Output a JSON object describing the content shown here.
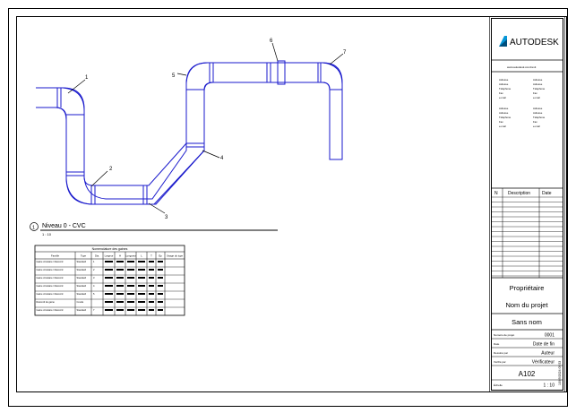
{
  "ducts": {
    "tags": [
      "1",
      "2",
      "3",
      "4",
      "5",
      "6",
      "7"
    ]
  },
  "view_title": {
    "number": "1",
    "name": "Niveau 0 - CVC",
    "scale": "1 : 10"
  },
  "schedule": {
    "title": "Nomenclature des gaines",
    "headers": [
      "Famille",
      "Type",
      "Dia.",
      "Largeur",
      "H",
      "Longueur",
      "L",
      "T",
      "Ep",
      "Usage du type"
    ],
    "rows": [
      {
        "family": "Gaine circulaire / Raccord",
        "type": "Standard",
        "mark": "1"
      },
      {
        "family": "Gaine circulaire / Raccord",
        "type": "Standard",
        "mark": "2"
      },
      {
        "family": "Gaine circulaire / Raccord",
        "type": "Standard",
        "mark": "3"
      },
      {
        "family": "Gaine circulaire / Raccord",
        "type": "Standard",
        "mark": "4"
      },
      {
        "family": "Gaine circulaire / Raccord",
        "type": "Standard",
        "mark": "5"
      },
      {
        "family": "Raccord de gaine",
        "type": "Coude",
        "mark": ""
      },
      {
        "family": "Gaine circulaire / Raccord",
        "type": "Standard",
        "mark": "7"
      }
    ]
  },
  "title_block": {
    "brand": "AUTODESK",
    "url": "www.autodesk.com/revit",
    "consultants": [
      [
        "Adresse",
        "Adresse"
      ],
      [
        "Adresse",
        "Adresse"
      ],
      [
        "Téléphone",
        "Téléphone"
      ],
      [
        "Fax",
        "Fax"
      ],
      [
        "e-mail",
        "e-mail"
      ],
      [
        "Adresse",
        "Adresse"
      ],
      [
        "Adresse",
        "Adresse"
      ],
      [
        "Téléphone",
        "Téléphone"
      ],
      [
        "Fax",
        "Fax"
      ],
      [
        "e-mail",
        "e-mail"
      ]
    ],
    "revision_headers": [
      "N",
      "Description",
      "Date"
    ],
    "owner": "Propriétaire",
    "project_name": "Nom du projet",
    "sheet_name": "Sans nom",
    "project_number_label": "Numéro de projet",
    "project_number": "0001",
    "date_label": "Date",
    "date": "Date de fin",
    "drawn_label": "Dessiné par",
    "drawn": "Auteur",
    "checked_label": "Vérifié par",
    "checked": "Vérificateur",
    "sheet_number": "A102",
    "scale_label": "Échelle",
    "scale": "1 : 10",
    "timestamp": "10/09/2024 09:53"
  }
}
